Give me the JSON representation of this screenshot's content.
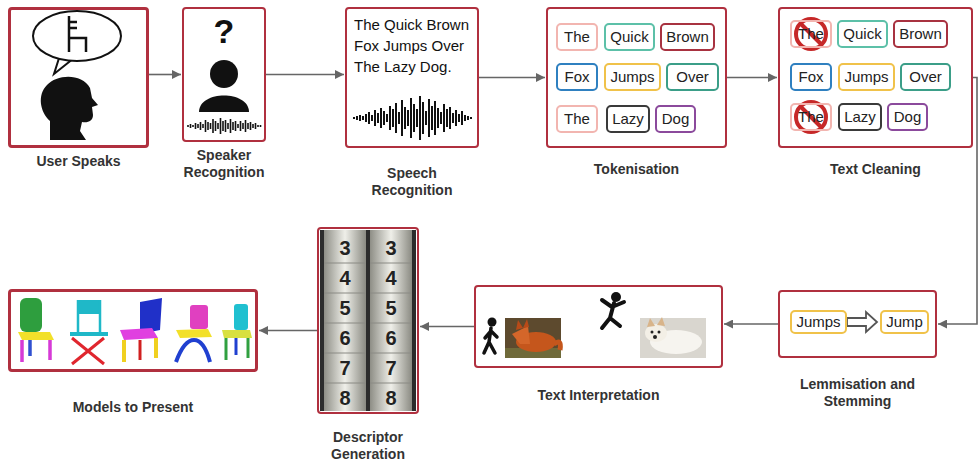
{
  "diagram": {
    "nodes": [
      {
        "text": [
          "User Speaks"
        ]
      },
      {
        "text": [
          "Speaker Recognition"
        ]
      },
      {
        "text": [
          "The Quick Brown Fox Jumps Over The Lazy Dog.",
          "Speech Recognition"
        ]
      },
      {
        "text": [
          "Tokenisation"
        ]
      },
      {
        "text": [
          "The"
        ],
        "in": 3
      },
      {
        "text": [
          "Quick"
        ],
        "in": 3
      },
      {
        "text": [
          "Brown"
        ],
        "in": 3
      },
      {
        "text": [
          "Fox"
        ],
        "in": 3
      },
      {
        "text": [
          "Jumps"
        ],
        "in": 3
      },
      {
        "text": [
          "Over"
        ],
        "in": 3
      },
      {
        "text": [
          "The"
        ],
        "in": 3
      },
      {
        "text": [
          "Lazy"
        ],
        "in": 3
      },
      {
        "text": [
          "Dog"
        ],
        "in": 3
      },
      {
        "text": [
          "Text Cleaning"
        ]
      },
      {
        "text": [
          "The"
        ],
        "in": 13
      },
      {
        "text": [
          "Quick"
        ],
        "in": 13
      },
      {
        "text": [
          "Brown"
        ],
        "in": 13
      },
      {
        "text": [
          "Fox"
        ],
        "in": 13
      },
      {
        "text": [
          "Jumps"
        ],
        "in": 13
      },
      {
        "text": [
          "Over"
        ],
        "in": 13
      },
      {
        "text": [
          "The"
        ],
        "in": 13
      },
      {
        "text": [
          "Lazy"
        ],
        "in": 13
      },
      {
        "text": [
          "Dog"
        ],
        "in": 13
      },
      {
        "text": [
          "Lemmisation and Stemming"
        ]
      },
      {
        "text": [
          "Jumps"
        ],
        "in": 23
      },
      {
        "text": [
          "Jump"
        ],
        "in": 23
      },
      {
        "text": [
          "Text Interpretation"
        ]
      },
      {
        "text": [
          "Descriptor Generation"
        ]
      },
      {
        "text": [
          "Models to Present"
        ]
      }
    ],
    "edges": [
      {
        "from": 0,
        "to": 1,
        "arrow": "to"
      },
      {
        "from": 1,
        "to": 2,
        "arrow": "to"
      },
      {
        "from": 2,
        "to": 3,
        "arrow": "to"
      },
      {
        "from": 3,
        "to": 13,
        "arrow": "to"
      },
      {
        "from": 13,
        "to": 23,
        "arrow": "to"
      },
      {
        "from": 23,
        "to": 26,
        "arrow": "to"
      },
      {
        "from": 26,
        "to": 27,
        "arrow": "to"
      },
      {
        "from": 27,
        "to": 28,
        "arrow": "to"
      }
    ],
    "labels": [
      "?",
      "3",
      "3",
      "4",
      "4",
      "5",
      "5",
      "6",
      "6",
      "7",
      "7",
      "8",
      "8"
    ]
  }
}
